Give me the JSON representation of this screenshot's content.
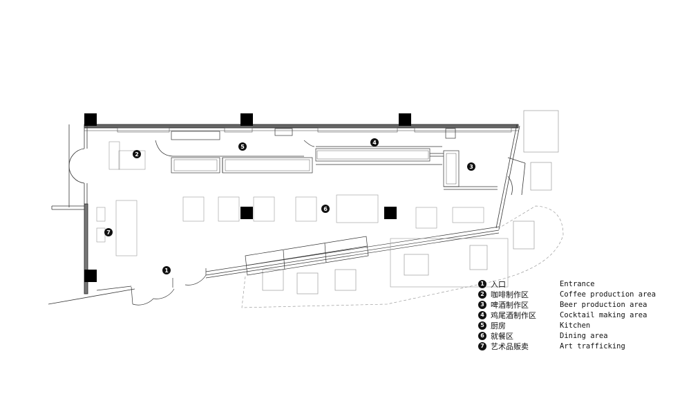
{
  "legend": [
    {
      "marker": "1",
      "chinese": "入口",
      "english": "Entrance"
    },
    {
      "marker": "2",
      "chinese": "咖啡制作区",
      "english": "Coffee production area"
    },
    {
      "marker": "3",
      "chinese": "啤酒制作区",
      "english": "Beer production area"
    },
    {
      "marker": "4",
      "chinese": "鸡尾酒制作区",
      "english": "Cocktail making area"
    },
    {
      "marker": "5",
      "chinese": "厨房",
      "english": "Kitchen"
    },
    {
      "marker": "6",
      "chinese": "就餐区",
      "english": "Dining area"
    },
    {
      "marker": "7",
      "chinese": "艺术品贩卖",
      "english": "Art trafficking"
    }
  ],
  "plan_markers": {
    "entrance": "1",
    "coffee": "2",
    "beer": "3",
    "cocktail": "4",
    "kitchen": "5",
    "dining": "6",
    "art": "7"
  },
  "colors": {
    "line": "#333333",
    "light_line": "#9a9a9a",
    "column": "#000000",
    "marker": "#111111"
  }
}
